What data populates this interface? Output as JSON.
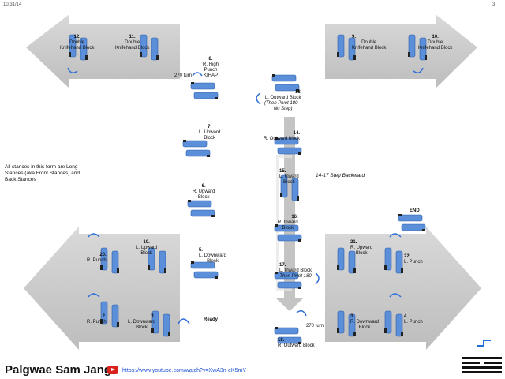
{
  "header": {
    "date": "10/31/14",
    "page": "3"
  },
  "title": "Palgwae Sam Jang",
  "link": "https://www.youtube.com/watch?v=XwA3n-eK5mY",
  "note": [
    "All stances in this form are Long",
    "Stances (aka Front Stances) and",
    "Back Stances"
  ],
  "step_note": "14-17 Step Backward",
  "colors": {
    "arrow": "#cfcfcf",
    "foot": "#5b8fd9",
    "shoe": "#222222"
  },
  "moves": [
    {
      "num": "12.",
      "lines": [
        "Double",
        "Knifehand Block"
      ]
    },
    {
      "num": "11.",
      "lines": [
        "Double",
        "Knifehand Block"
      ]
    },
    {
      "num": "9.",
      "lines": [
        "Double",
        "Knifehand Block"
      ]
    },
    {
      "num": "10.",
      "lines": [
        "Double",
        "Knifehand Block"
      ]
    },
    {
      "num": "8.",
      "lines": [
        "R. High",
        "Punch",
        "KIHAP"
      ]
    },
    {
      "num": "13.",
      "lines": [
        "L. Outward Block"
      ],
      "italic": [
        "(Then Pivot 180 –",
        "No Step)"
      ]
    },
    {
      "num": "7.",
      "lines": [
        "L. Upward",
        "Block"
      ]
    },
    {
      "num": "14.",
      "lines": [
        "R. Outward block"
      ]
    },
    {
      "num": "15.",
      "lines": [
        "L. Inward",
        "Block"
      ]
    },
    {
      "num": "6.",
      "lines": [
        "R. Upward",
        "Block"
      ]
    },
    {
      "num": "16.",
      "lines": [
        "R. Inward",
        "Block"
      ]
    },
    {
      "num": "19.",
      "lines": [
        "L. Upward",
        "Block"
      ]
    },
    {
      "num": "20.",
      "lines": [
        "R. Punch"
      ]
    },
    {
      "num": "5.",
      "lines": [
        "L. Downward",
        "Block"
      ]
    },
    {
      "num": "17.",
      "lines": [
        "L. Inward Block"
      ],
      "italic": [
        "Then Pivot 180"
      ]
    },
    {
      "num": "21.",
      "lines": [
        "R. Upward",
        "Block"
      ]
    },
    {
      "num": "22.",
      "lines": [
        "L. Punch"
      ]
    },
    {
      "num": "2.",
      "lines": [
        "R. Punch"
      ]
    },
    {
      "num": "1.",
      "lines": [
        "L. Downward",
        "Block"
      ]
    },
    {
      "num": "3.",
      "lines": [
        "R. Downward",
        "Block"
      ]
    },
    {
      "num": "4.",
      "lines": [
        "L. Punch"
      ]
    },
    {
      "num": "18.",
      "lines": [
        "R. Outward Block"
      ]
    }
  ],
  "labels": {
    "turn_a": "270 turn",
    "turn_b": "270 turn",
    "ready": "Ready",
    "end": "END"
  }
}
